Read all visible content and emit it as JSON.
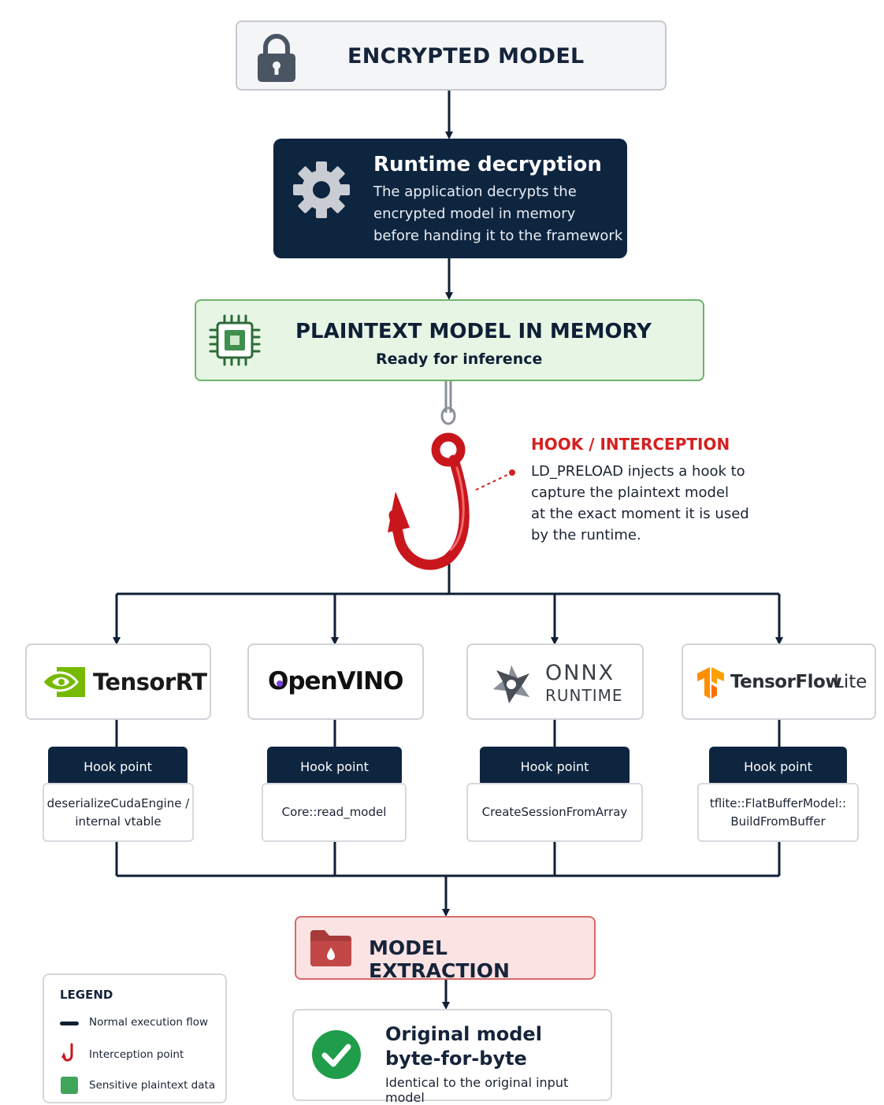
{
  "encrypted": {
    "title": "ENCRYPTED MODEL"
  },
  "decryption": {
    "title": "Runtime decryption",
    "lines": [
      "The application decrypts the",
      "encrypted model in memory",
      "before handing it to the framework"
    ]
  },
  "plaintext": {
    "title": "PLAINTEXT MODEL IN MEMORY",
    "subtitle": "Ready for inference"
  },
  "hook": {
    "title": "HOOK / INTERCEPTION",
    "lines": [
      "LD_PRELOAD injects a hook to",
      "capture the plaintext model",
      "at the exact moment it is used",
      "by the runtime."
    ]
  },
  "frameworks": [
    {
      "name": "TensorRT",
      "hook_label": "Hook point",
      "function_lines": [
        "deserializeCudaEngine /",
        "internal vtable"
      ]
    },
    {
      "name": "OpenVINO",
      "hook_label": "Hook point",
      "function_lines": [
        "Core::read_model"
      ]
    },
    {
      "name_line1": "ONNX",
      "name_line2": "RUNTIME",
      "hook_label": "Hook point",
      "function_lines": [
        "CreateSessionFromArray"
      ]
    },
    {
      "name_main": "TensorFlow",
      "name_suffix": "Lite",
      "hook_label": "Hook point",
      "function_lines": [
        "tflite::FlatBufferModel::",
        "BuildFromBuffer"
      ]
    }
  ],
  "extraction": {
    "title": "MODEL EXTRACTION"
  },
  "original": {
    "line1": "Original model",
    "line2": "byte-for-byte",
    "subtitle": "Identical to the original input model"
  },
  "legend": {
    "title": "LEGEND",
    "items": [
      "Normal execution flow",
      "Interception point",
      "Sensitive plaintext data"
    ]
  },
  "colors": {
    "navy": "#0e2540",
    "hook_red": "#d42020",
    "plain_green": "#e6f5e4",
    "nvidia_green": "#76b900",
    "openvino_purple": "#7a3fe0",
    "tf_orange": "#ff8f00",
    "extract_red": "#fbe3e3",
    "check_green": "#1f9d4b"
  },
  "icons": [
    "lock-icon",
    "gear-icon",
    "chip-icon",
    "fishhook-icon",
    "nvidia-logo-icon",
    "onnx-logo-icon",
    "tensorflow-logo-icon",
    "folder-icon",
    "check-circle-icon"
  ]
}
